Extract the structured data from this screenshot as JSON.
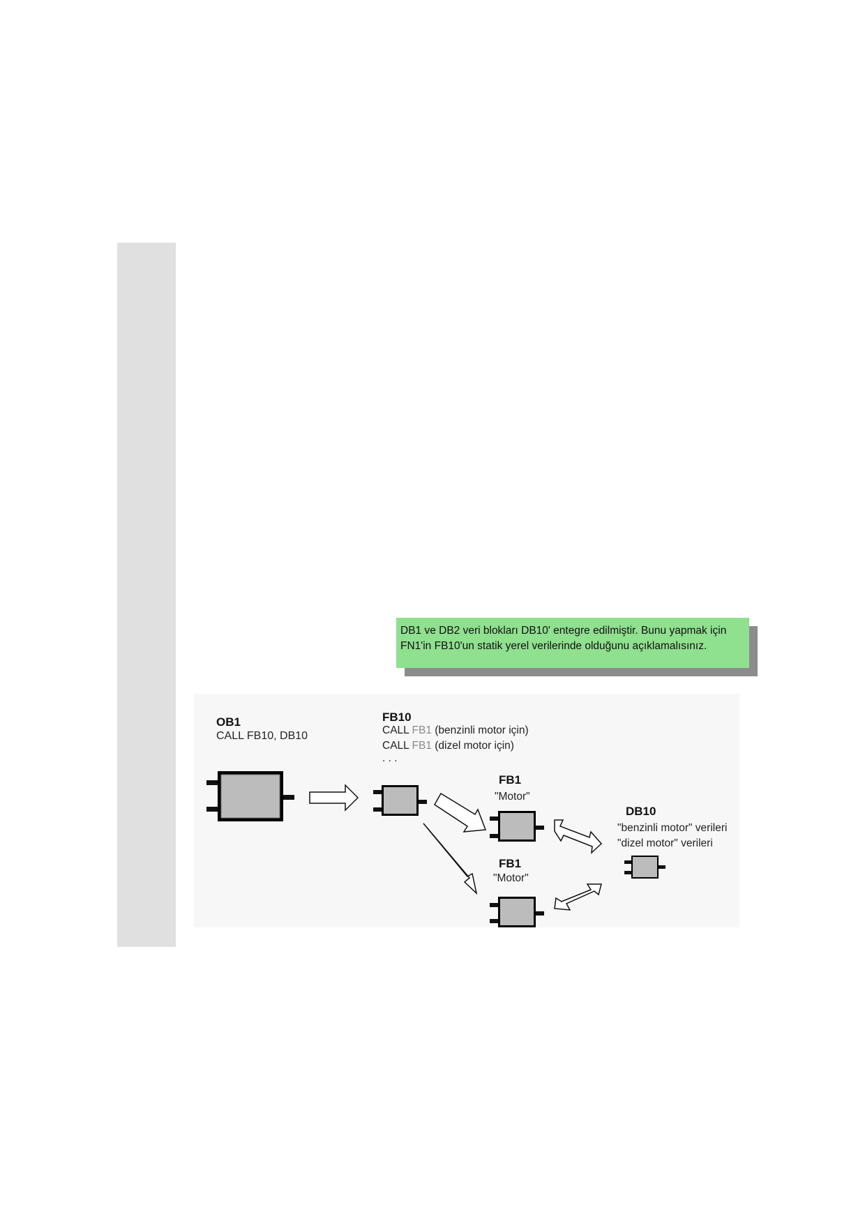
{
  "note": {
    "line1": "DB1 ve DB2 veri blokları DB10' entegre edilmiştir. Bunu yapmak için",
    "line2": "FN1'in FB10'un statik yerel verilerinde olduğunu açıklamalısınız."
  },
  "diagram": {
    "ob1": {
      "title": "OB1",
      "call": "CALL FB10, DB10"
    },
    "fb10": {
      "title": "FB10",
      "call_prefix": "CALL ",
      "call_block": "FB1",
      "call1_suffix": " (benzinli motor için)",
      "call2_suffix": " (dizel motor için)",
      "ellipsis": ". . ."
    },
    "fb1_top": {
      "title": "FB1",
      "name": "\"Motor\""
    },
    "fb1_bottom": {
      "title": "FB1",
      "name": "\"Motor\""
    },
    "db10": {
      "title": "DB10",
      "line1": "\"benzinli motor\" verileri",
      "line2": "\"dizel motor\" verileri"
    }
  }
}
